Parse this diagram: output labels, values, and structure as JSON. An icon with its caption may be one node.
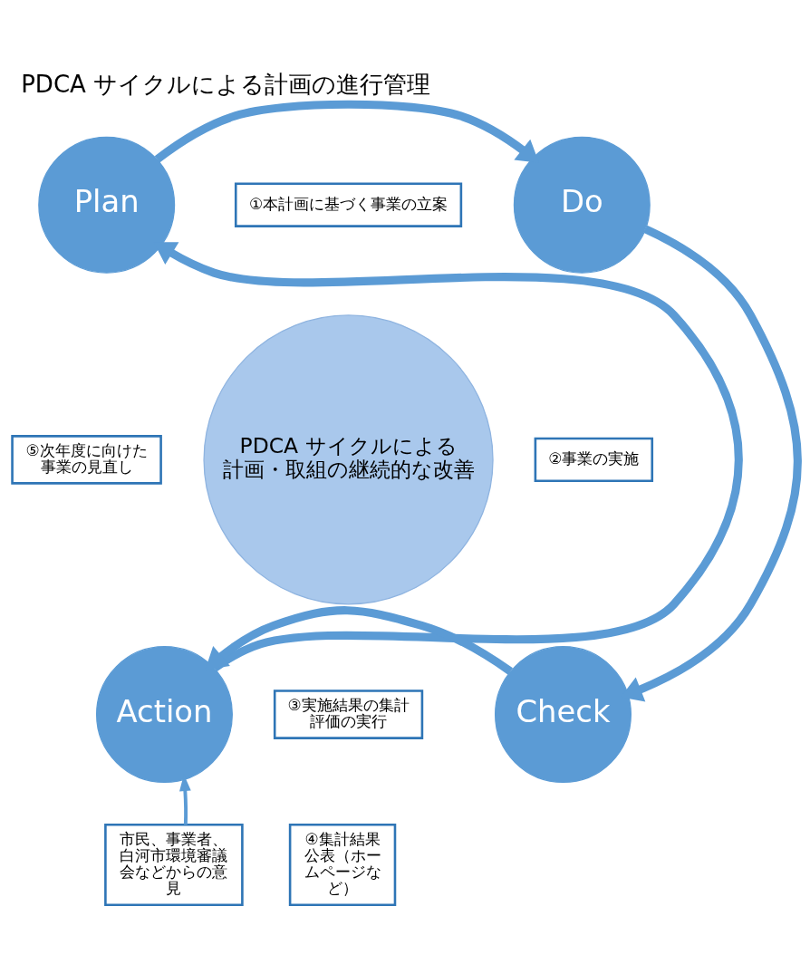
{
  "diagram": {
    "title": "PDCA サイクルによる計画の進行管理",
    "nodes": [
      {
        "text": [
          "Plan"
        ]
      },
      {
        "text": [
          "①本計画に基づく事業の立案"
        ]
      },
      {
        "text": [
          "Do"
        ]
      },
      {
        "text": [
          "⑤次年度に向けた事業の見直し"
        ]
      },
      {
        "text": [
          "PDCA サイクルによる計画・取組の継続的な改善"
        ]
      },
      {
        "text": [
          "②事業の実施"
        ]
      },
      {
        "text": [
          "Action"
        ]
      },
      {
        "text": [
          "③実施結果の集計評価の実行"
        ]
      },
      {
        "text": [
          "Check"
        ]
      },
      {
        "text": [
          "④集計結果公表（ホームページなど）"
        ]
      },
      {
        "text": [
          "市民、事業者、白河市環境審議会などからの意見"
        ]
      }
    ],
    "edges": [
      {
        "from": 0,
        "to": 2,
        "arrow": "to"
      },
      {
        "from": 2,
        "to": 8,
        "arrow": "to"
      },
      {
        "from": 8,
        "to": 6,
        "arrow": "to"
      },
      {
        "from": 6,
        "to": 0,
        "arrow": "to"
      },
      {
        "from": 10,
        "to": 6,
        "arrow": "to"
      }
    ]
  }
}
